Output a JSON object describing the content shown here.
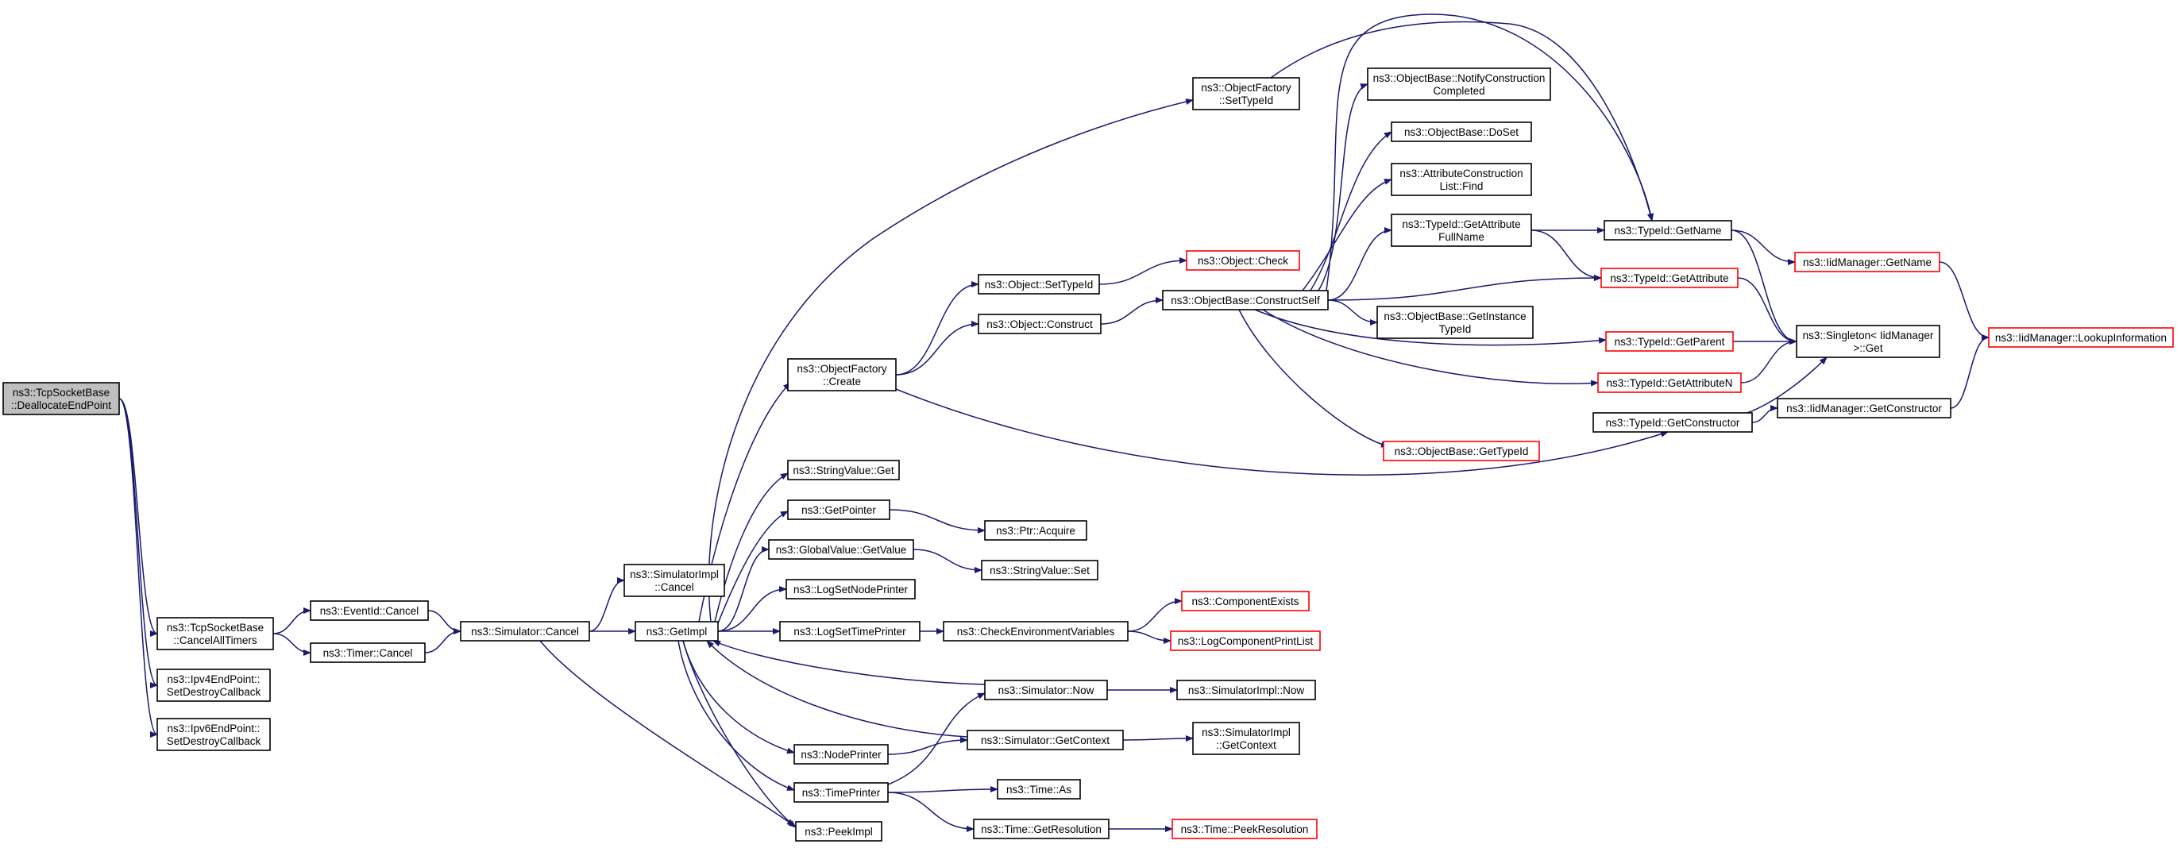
{
  "graph": {
    "nodes": [
      {
        "id": "n0",
        "lines": [
          "ns3::TcpSocketBase",
          "::DeallocateEndPoint"
        ],
        "root": true
      },
      {
        "id": "n1",
        "lines": [
          "ns3::TcpSocketBase",
          "::CancelAllTimers"
        ]
      },
      {
        "id": "n2",
        "lines": [
          "ns3::Ipv4EndPoint::",
          "SetDestroyCallback"
        ]
      },
      {
        "id": "n3",
        "lines": [
          "ns3::Ipv6EndPoint::",
          "SetDestroyCallback"
        ]
      },
      {
        "id": "n4",
        "lines": [
          "ns3::EventId::Cancel"
        ]
      },
      {
        "id": "n5",
        "lines": [
          "ns3::Timer::Cancel"
        ]
      },
      {
        "id": "n6",
        "lines": [
          "ns3::Simulator::Cancel"
        ]
      },
      {
        "id": "n7",
        "lines": [
          "ns3::SimulatorImpl",
          "::Cancel"
        ]
      },
      {
        "id": "n8",
        "lines": [
          "ns3::GetImpl"
        ]
      },
      {
        "id": "n9",
        "lines": [
          "ns3::PeekImpl"
        ]
      },
      {
        "id": "n10",
        "lines": [
          "ns3::ObjectFactory",
          "::SetTypeId"
        ]
      },
      {
        "id": "n11",
        "lines": [
          "ns3::ObjectFactory",
          "::Create"
        ]
      },
      {
        "id": "n12",
        "lines": [
          "ns3::StringValue::Get"
        ]
      },
      {
        "id": "n13",
        "lines": [
          "ns3::GetPointer"
        ]
      },
      {
        "id": "n14",
        "lines": [
          "ns3::GlobalValue::GetValue"
        ]
      },
      {
        "id": "n15",
        "lines": [
          "ns3::LogSetNodePrinter"
        ]
      },
      {
        "id": "n16",
        "lines": [
          "ns3::LogSetTimePrinter"
        ]
      },
      {
        "id": "n17",
        "lines": [
          "ns3::NodePrinter"
        ]
      },
      {
        "id": "n18",
        "lines": [
          "ns3::TimePrinter"
        ]
      },
      {
        "id": "n19",
        "lines": [
          "ns3::Object::SetTypeId"
        ]
      },
      {
        "id": "n20",
        "lines": [
          "ns3::Object::Construct"
        ]
      },
      {
        "id": "n21",
        "lines": [
          "ns3::Ptr::Acquire"
        ]
      },
      {
        "id": "n22",
        "lines": [
          "ns3::StringValue::Set"
        ]
      },
      {
        "id": "n23",
        "lines": [
          "ns3::CheckEnvironmentVariables"
        ]
      },
      {
        "id": "n24",
        "lines": [
          "ns3::Simulator::Now"
        ]
      },
      {
        "id": "n25",
        "lines": [
          "ns3::Simulator::GetContext"
        ]
      },
      {
        "id": "n26",
        "lines": [
          "ns3::Time::As"
        ]
      },
      {
        "id": "n27",
        "lines": [
          "ns3::Time::GetResolution"
        ]
      },
      {
        "id": "n28",
        "lines": [
          "ns3::Object::Check"
        ],
        "red": true
      },
      {
        "id": "n29",
        "lines": [
          "ns3::ObjectBase::ConstructSelf"
        ]
      },
      {
        "id": "n30",
        "lines": [
          "ns3::ComponentExists"
        ],
        "red": true
      },
      {
        "id": "n31",
        "lines": [
          "ns3::LogComponentPrintList"
        ],
        "red": true
      },
      {
        "id": "n32",
        "lines": [
          "ns3::SimulatorImpl::Now"
        ]
      },
      {
        "id": "n33",
        "lines": [
          "ns3::SimulatorImpl",
          "::GetContext"
        ]
      },
      {
        "id": "n34",
        "lines": [
          "ns3::Time::PeekResolution"
        ],
        "red": true
      },
      {
        "id": "n35",
        "lines": [
          "ns3::ObjectBase::NotifyConstruction",
          "Completed"
        ]
      },
      {
        "id": "n36",
        "lines": [
          "ns3::ObjectBase::DoSet"
        ]
      },
      {
        "id": "n37",
        "lines": [
          "ns3::AttributeConstruction",
          "List::Find"
        ]
      },
      {
        "id": "n38",
        "lines": [
          "ns3::TypeId::GetAttribute",
          "FullName"
        ]
      },
      {
        "id": "n39",
        "lines": [
          "ns3::ObjectBase::GetInstance",
          "TypeId"
        ]
      },
      {
        "id": "n40",
        "lines": [
          "ns3::ObjectBase::GetTypeId"
        ],
        "red": true
      },
      {
        "id": "n41",
        "lines": [
          "ns3::TypeId::GetName"
        ]
      },
      {
        "id": "n42",
        "lines": [
          "ns3::TypeId::GetAttribute"
        ],
        "red": true
      },
      {
        "id": "n43",
        "lines": [
          "ns3::TypeId::GetParent"
        ],
        "red": true
      },
      {
        "id": "n44",
        "lines": [
          "ns3::TypeId::GetAttributeN"
        ],
        "red": true
      },
      {
        "id": "n45",
        "lines": [
          "ns3::TypeId::GetConstructor"
        ]
      },
      {
        "id": "n46",
        "lines": [
          "ns3::IidManager::GetName"
        ],
        "red": true
      },
      {
        "id": "n47",
        "lines": [
          "ns3::Singleton< IidManager",
          " >::Get"
        ]
      },
      {
        "id": "n48",
        "lines": [
          "ns3::IidManager::GetConstructor"
        ]
      },
      {
        "id": "n49",
        "lines": [
          "ns3::IidManager::LookupInformation"
        ],
        "red": true
      }
    ],
    "edges": [
      [
        "n0",
        "n1"
      ],
      [
        "n0",
        "n2"
      ],
      [
        "n0",
        "n3"
      ],
      [
        "n1",
        "n4"
      ],
      [
        "n1",
        "n5"
      ],
      [
        "n4",
        "n6"
      ],
      [
        "n5",
        "n6"
      ],
      [
        "n6",
        "n7"
      ],
      [
        "n6",
        "n8"
      ],
      [
        "n6",
        "n9"
      ],
      [
        "n8",
        "n10"
      ],
      [
        "n8",
        "n11"
      ],
      [
        "n8",
        "n12"
      ],
      [
        "n8",
        "n13"
      ],
      [
        "n8",
        "n14"
      ],
      [
        "n8",
        "n15"
      ],
      [
        "n8",
        "n16"
      ],
      [
        "n8",
        "n17"
      ],
      [
        "n8",
        "n18"
      ],
      [
        "n8",
        "n9"
      ],
      [
        "n11",
        "n19"
      ],
      [
        "n11",
        "n20"
      ],
      [
        "n11",
        "n45"
      ],
      [
        "n10",
        "n41"
      ],
      [
        "n19",
        "n28"
      ],
      [
        "n20",
        "n29"
      ],
      [
        "n13",
        "n21"
      ],
      [
        "n14",
        "n22"
      ],
      [
        "n16",
        "n23"
      ],
      [
        "n23",
        "n30"
      ],
      [
        "n23",
        "n31"
      ],
      [
        "n24",
        "n8"
      ],
      [
        "n24",
        "n32"
      ],
      [
        "n25",
        "n8"
      ],
      [
        "n25",
        "n33"
      ],
      [
        "n17",
        "n25"
      ],
      [
        "n18",
        "n24"
      ],
      [
        "n18",
        "n26"
      ],
      [
        "n18",
        "n27"
      ],
      [
        "n27",
        "n34"
      ],
      [
        "n29",
        "n35"
      ],
      [
        "n29",
        "n36"
      ],
      [
        "n29",
        "n37"
      ],
      [
        "n29",
        "n38"
      ],
      [
        "n29",
        "n39"
      ],
      [
        "n29",
        "n40"
      ],
      [
        "n29",
        "n41"
      ],
      [
        "n29",
        "n42"
      ],
      [
        "n29",
        "n43"
      ],
      [
        "n29",
        "n44"
      ],
      [
        "n38",
        "n41"
      ],
      [
        "n38",
        "n42"
      ],
      [
        "n41",
        "n46"
      ],
      [
        "n41",
        "n47"
      ],
      [
        "n42",
        "n47"
      ],
      [
        "n43",
        "n47"
      ],
      [
        "n44",
        "n47"
      ],
      [
        "n45",
        "n47"
      ],
      [
        "n45",
        "n48"
      ],
      [
        "n46",
        "n49"
      ],
      [
        "n48",
        "n49"
      ]
    ]
  },
  "colors": {
    "edge": "#191970",
    "node_border": "#000000",
    "node_border_external": "#ff0000",
    "root_fill": "#bfbfbf",
    "node_fill": "#ffffff"
  }
}
